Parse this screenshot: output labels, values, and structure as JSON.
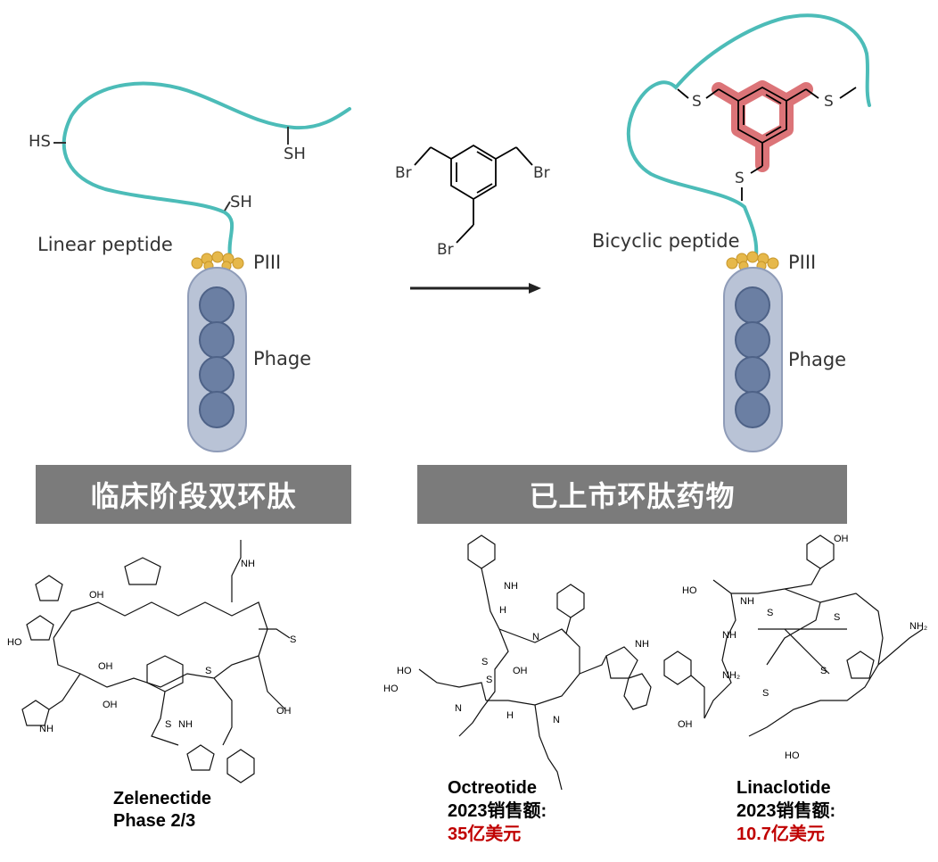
{
  "top_left": {
    "thiol_labels": [
      "HS",
      "SH",
      "SH"
    ],
    "peptide_label": "Linear peptide",
    "piii_label": "PIII",
    "phage_label": "Phage"
  },
  "reagent": {
    "atom_labels": [
      "Br",
      "Br",
      "Br"
    ]
  },
  "top_right": {
    "thioether_labels": [
      "S",
      "S",
      "S"
    ],
    "peptide_label": "Bicyclic peptide",
    "piii_label": "PIII",
    "phage_label": "Phage"
  },
  "banners": {
    "left": "临床阶段双环肽",
    "right": "已上市环肽药物"
  },
  "structures": {
    "zelenectide": {
      "name": "Zelenectide",
      "status": "Phase 2/3"
    },
    "octreotide": {
      "name": "Octreotide",
      "sales_label": "2023销售额:",
      "sales_value": "35亿美元"
    },
    "linaclotide": {
      "name": "Linaclotide",
      "sales_label": "2023销售额:",
      "sales_value": "10.7亿美元"
    }
  },
  "colors": {
    "peptide": "#4cbcb8",
    "linker_highlight": "#d9666a",
    "phage_body": "#b9c3d6",
    "phage_segment": "#6b7fa3",
    "piii": "#e6b84a",
    "banner": "#7b7b7b",
    "sales_red": "#c00000"
  }
}
